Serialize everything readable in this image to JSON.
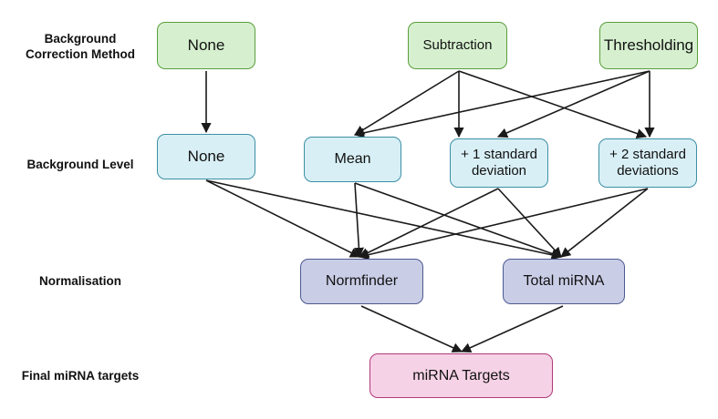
{
  "row_labels": {
    "method": "Background\nCorrection Method",
    "level": "Background Level",
    "normalisation": "Normalisation",
    "targets": "Final miRNA targets"
  },
  "nodes": {
    "method_none": "None",
    "subtraction": "Subtraction",
    "thresholding": "Thresholding",
    "level_none": "None",
    "mean": "Mean",
    "sd1": "+ 1 standard\ndeviation",
    "sd2": "+ 2 standard\ndeviations",
    "normfinder": "Normfinder",
    "total_mirna": "Total miRNA",
    "mirna_targets": "miRNA Targets"
  },
  "colors": {
    "method": "#d6f0cf",
    "level": "#d8eff5",
    "normalisation": "#c9cde6",
    "targets": "#f6d2e6",
    "arrow": "#1a1a1a"
  }
}
